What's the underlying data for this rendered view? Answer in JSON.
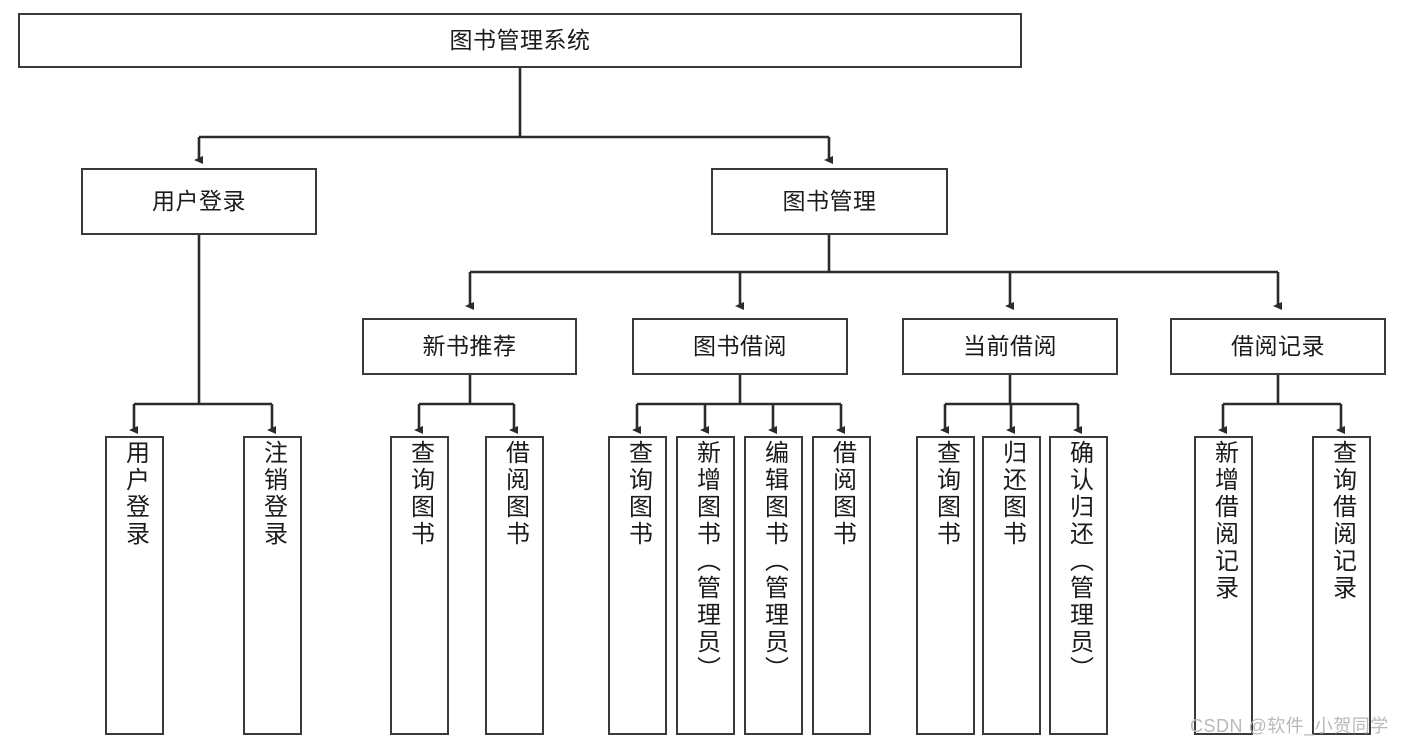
{
  "diagram": {
    "title": "图书管理系统",
    "type": "tree-hierarchy-diagram",
    "watermark": "CSDN @软件_小贺同学",
    "colors": {
      "box_border": "#3a3a3a",
      "box_fill": "#ffffff",
      "link": "#2b2b2b",
      "text": "#1b1b1b",
      "watermark": "#b9b9b9",
      "background": "#ffffff"
    },
    "nodes": {
      "root": {
        "label": "图书管理系统"
      },
      "level2": [
        {
          "id": "user-login",
          "label": "用户登录"
        },
        {
          "id": "book-management",
          "label": "图书管理"
        }
      ],
      "level3": [
        {
          "id": "new-book-recommend",
          "label": "新书推荐"
        },
        {
          "id": "book-borrow",
          "label": "图书借阅"
        },
        {
          "id": "current-borrow",
          "label": "当前借阅"
        },
        {
          "id": "borrow-record",
          "label": "借阅记录"
        }
      ],
      "leaves": {
        "user_login": [
          {
            "id": "leaf-user-login",
            "label": "用户登录"
          },
          {
            "id": "leaf-logout-login",
            "label": "注销登录"
          }
        ],
        "new_book_recommend": [
          {
            "id": "leaf-query-book-1",
            "label": "查询图书"
          },
          {
            "id": "leaf-borrow-book-1",
            "label": "借阅图书"
          }
        ],
        "book_borrow": [
          {
            "id": "leaf-query-book-2",
            "label": "查询图书"
          },
          {
            "id": "leaf-add-book",
            "label": "新增图书（管理员）"
          },
          {
            "id": "leaf-edit-book",
            "label": "编辑图书（管理员）"
          },
          {
            "id": "leaf-borrow-book-2",
            "label": "借阅图书"
          }
        ],
        "current_borrow": [
          {
            "id": "leaf-query-book-3",
            "label": "查询图书"
          },
          {
            "id": "leaf-return-book",
            "label": "归还图书"
          },
          {
            "id": "leaf-confirm-return",
            "label": "确认归还（管理员）"
          }
        ],
        "borrow_record": [
          {
            "id": "leaf-add-borrow-record",
            "label": "新增借阅记录"
          },
          {
            "id": "leaf-query-borrow-record",
            "label": "查询借阅记录"
          }
        ]
      }
    }
  }
}
